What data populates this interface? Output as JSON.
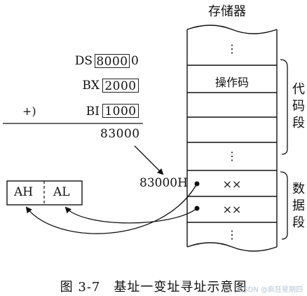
{
  "memory": {
    "title": "存储器",
    "cells": [
      "⋮",
      "操作码",
      "",
      "",
      "⋮",
      "××",
      "××",
      "⋮"
    ],
    "address_label": "83000H"
  },
  "calc": {
    "ds_label": "DS",
    "ds_value": "8000",
    "ds_suffix": "0",
    "bx_label": "BX",
    "bx_value": "2000",
    "plus_sign": "+)",
    "bi_label": "BI",
    "bi_value": "1000",
    "result": "83000"
  },
  "register": {
    "high": "AH",
    "low": "AL"
  },
  "segments": {
    "code": [
      "代",
      "码",
      "段"
    ],
    "data": [
      "数",
      "据",
      "段"
    ]
  },
  "caption": "图 3-7　基址一变址寻址示意图",
  "watermark": "CSDN @疯狂星期四"
}
